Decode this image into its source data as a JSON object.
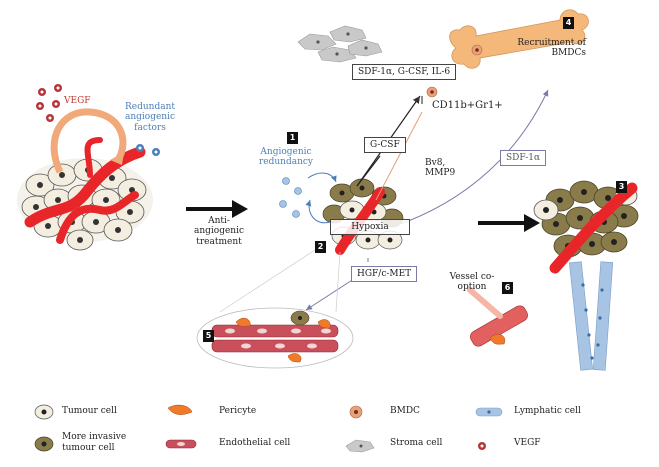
{
  "labels": {
    "vegf": "VEGF",
    "redundant_factors": "Redundant angiogenic factors",
    "anti_angiogenic": "Anti- angiogenic treatment",
    "angiogenic_redundancy": "Angiogenic redundancy",
    "gcsf": "G-CSF",
    "hypoxia": "Hypoxia",
    "bv8": "Bv8, MMP9",
    "cd11b": "CD11b+Gr1+",
    "sdf_box": "SDF-1α, G-CSF, IL-6",
    "recruitment": "Recruitment of BMDCs",
    "sdf1a": "SDF-1α",
    "hgf": "HGF/c-MET",
    "vessel_cooption": "Vessel co-option"
  },
  "numbers": [
    "1",
    "2",
    "3",
    "4",
    "5",
    "6"
  ],
  "legend": [
    {
      "label": "Tumour cell",
      "icon": "tumour-cell-icon"
    },
    {
      "label": "Pericyte",
      "icon": "pericyte-icon"
    },
    {
      "label": "BMDC",
      "icon": "bmdc-icon"
    },
    {
      "label": "Lymphatic cell",
      "icon": "lymphatic-cell-icon"
    },
    {
      "label": "More invasive tumour cell",
      "icon": "invasive-tumour-cell-icon"
    },
    {
      "label": "Endothelial cell",
      "icon": "endothelial-cell-icon"
    },
    {
      "label": "Stroma cell",
      "icon": "stroma-cell-icon"
    },
    {
      "label": "VEGF",
      "icon": "vegf-icon"
    }
  ],
  "colors": {
    "tumour_cell": "#f3eedf",
    "invasive_cell": "#8a7c4a",
    "vessel": "#e8262a",
    "bmdc": "#e8a27a",
    "lymphatic": "#a8c4e4",
    "stroma": "#c9c9c9",
    "bone": "#f4b97a",
    "accent_blue": "#4a7fb8"
  }
}
